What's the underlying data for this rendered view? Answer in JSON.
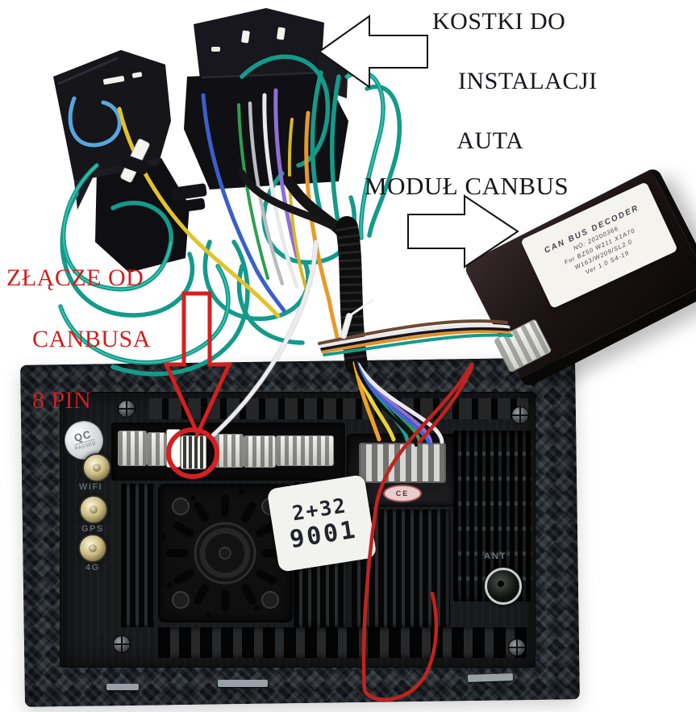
{
  "annotations": {
    "harness": {
      "line1": "KOSTKI DO",
      "line2": "INSTALACJI",
      "line3": "AUTA"
    },
    "module": {
      "text": "MODUŁ CANBUS"
    },
    "connector": {
      "line1": "ZŁĄCZE OD",
      "line2": "CANBUSA",
      "line3": "8 PIN"
    },
    "annotation_red": "#d01f1f"
  },
  "module_label": {
    "line1": "CAN BUS DECODER",
    "line2": "NO: 20200366",
    "line3": "For BZ50 W211 X1A70",
    "line4": "W163/W209/SL2.0",
    "line5": "Ver 1.0    S4-19"
  },
  "radio": {
    "qc": {
      "line1": "QC",
      "line2": "PASSED"
    },
    "ports": {
      "wifi": "WIFI",
      "gps": "GPS",
      "g4": "4G",
      "ant": "ANT"
    },
    "sticker": {
      "line1": "2+32",
      "line2": "9001"
    },
    "ce": "CE"
  },
  "palette": {
    "wire_teal": "#149a8a",
    "wire_yellow": "#e2c22e",
    "wire_orange": "#e8992c",
    "wire_blue": "#3a5fc8",
    "wire_purple": "#8d6fd2",
    "carbon_body": "#20252a"
  }
}
